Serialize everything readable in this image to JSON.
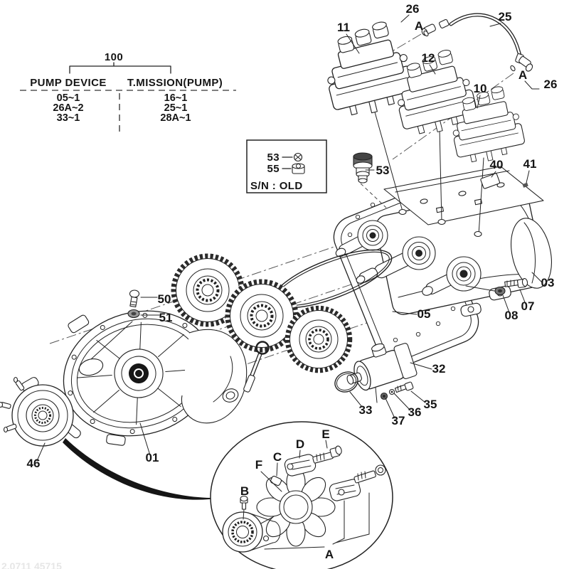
{
  "table": {
    "title": "100",
    "columns": [
      {
        "header": "PUMP DEVICE",
        "rows": [
          "05~1",
          "26A~2",
          "33~1"
        ]
      },
      {
        "header": "T.MISSION(PUMP)",
        "rows": [
          "16~1",
          "25~1",
          "28A~1"
        ]
      }
    ]
  },
  "sn_box": {
    "item1_ref": "53",
    "item2_ref": "55",
    "caption": "S/N : OLD"
  },
  "callouts": {
    "hose": "25",
    "fitting_top_left": "26",
    "fitting_top_right": "26",
    "view_a_top_left": "A",
    "view_a_top_right": "A",
    "valve_block_front": "11",
    "valve_block_middle": "12",
    "valve_block_rear": "10",
    "plate": "40",
    "screw": "41",
    "breather": "53",
    "pump_body": "03",
    "pump_bolt": "07",
    "pump_nut": "08",
    "gasket_ring": "05",
    "cover_bolt": "50",
    "cover_washer": "51",
    "gear_cover": "01",
    "coupling": "46",
    "pilot_pump": "32",
    "o_ring": "33",
    "pilot_bolt": "35",
    "pilot_washer": "36",
    "pilot_nut": "37",
    "detail_a": "A",
    "detail_b": "B",
    "detail_c": "C",
    "detail_d": "D",
    "detail_e": "E",
    "detail_f": "F"
  },
  "footer": {
    "partial_text": "2.0711 45715"
  },
  "colors": {
    "line": "#222222",
    "phantom": "#555555",
    "background": "#ffffff"
  }
}
